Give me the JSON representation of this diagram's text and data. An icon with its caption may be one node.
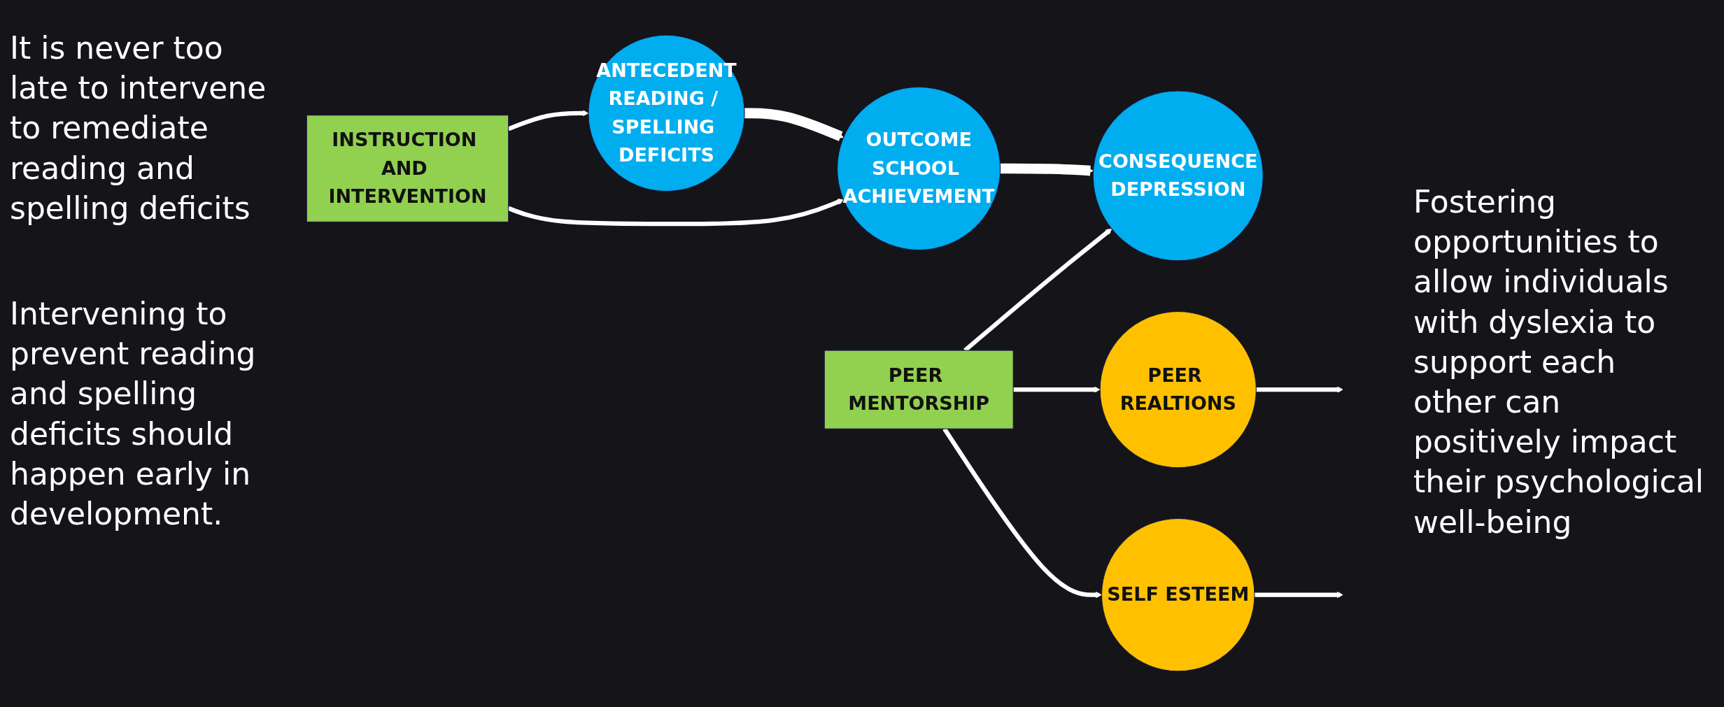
{
  "diagram": {
    "nodes": [
      {
        "text": [
          "ANTECEDENT",
          "READING / SPELLING DEFICITS"
        ]
      },
      {
        "text": [
          "OUTCOME",
          "SCHOOL ACHIEVEMENT"
        ]
      },
      {
        "text": [
          "CONSEQUENCE",
          "DEPRESSION"
        ]
      },
      {
        "text": [
          "PEER REALTIONS"
        ]
      },
      {
        "text": [
          "SELF ESTEEM"
        ]
      },
      {
        "text": [
          "INSTRUCTION AND INTERVENTION"
        ]
      },
      {
        "text": [
          "PEER MENTORSHIP"
        ]
      }
    ],
    "edges": [
      {
        "from": 0,
        "to": 1,
        "arrow": "to",
        "style": "thick"
      },
      {
        "from": 1,
        "to": 2,
        "arrow": "to",
        "style": "thick"
      },
      {
        "from": 3,
        "to": null,
        "arrow": "to"
      },
      {
        "from": 4,
        "to": null,
        "arrow": "to"
      },
      {
        "from": 5,
        "to": 0,
        "arrow": "to"
      },
      {
        "from": 5,
        "to": 1,
        "arrow": "to"
      },
      {
        "from": 6,
        "to": 3,
        "arrow": "to"
      },
      {
        "from": 6,
        "to": 4,
        "arrow": "to"
      },
      {
        "from": 6,
        "to": 2,
        "arrow": "to"
      }
    ],
    "labels": [
      "Intervening to prevent reading and spelling deficits should happen early in development.",
      "It is never too late to intervene to remediate reading and spelling deficits",
      "Fostering opportunities to allow individuals with dyslexia to support each other can positively impact their psychological well-being"
    ]
  }
}
